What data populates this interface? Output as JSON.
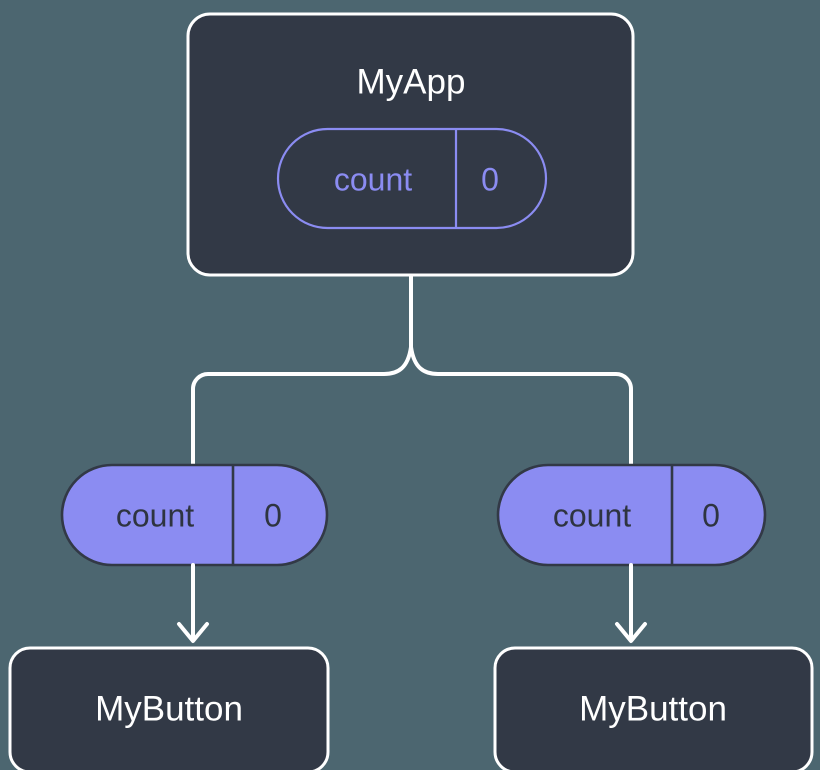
{
  "diagram": {
    "title": "react-state-props-tree",
    "background_color": "#4c6670",
    "colors": {
      "node_fill": "#323946",
      "node_border": "#ffffff",
      "node_text": "#ffffff",
      "accent_purple": "#8b8cf2",
      "pill_text_dark": "#2e3440",
      "edge": "#ffffff"
    },
    "nodes": {
      "root": {
        "label": "MyApp",
        "state_pill": {
          "key": "count",
          "value": "0",
          "style": "outline"
        }
      },
      "left_child": {
        "label": "MyButton",
        "prop_pill": {
          "key": "count",
          "value": "0",
          "style": "filled"
        }
      },
      "right_child": {
        "label": "MyButton",
        "prop_pill": {
          "key": "count",
          "value": "0",
          "style": "filled"
        }
      }
    },
    "edges": [
      {
        "name": "root-to-left-branch",
        "from": "root",
        "to": "left_child",
        "arrow": false
      },
      {
        "name": "root-to-right-branch",
        "from": "root",
        "to": "right_child",
        "arrow": false
      },
      {
        "name": "left-pill-to-button",
        "from": "left_child_pill",
        "to": "left_child",
        "arrow": true
      },
      {
        "name": "right-pill-to-button",
        "from": "right_child_pill",
        "to": "right_child",
        "arrow": true
      }
    ]
  }
}
